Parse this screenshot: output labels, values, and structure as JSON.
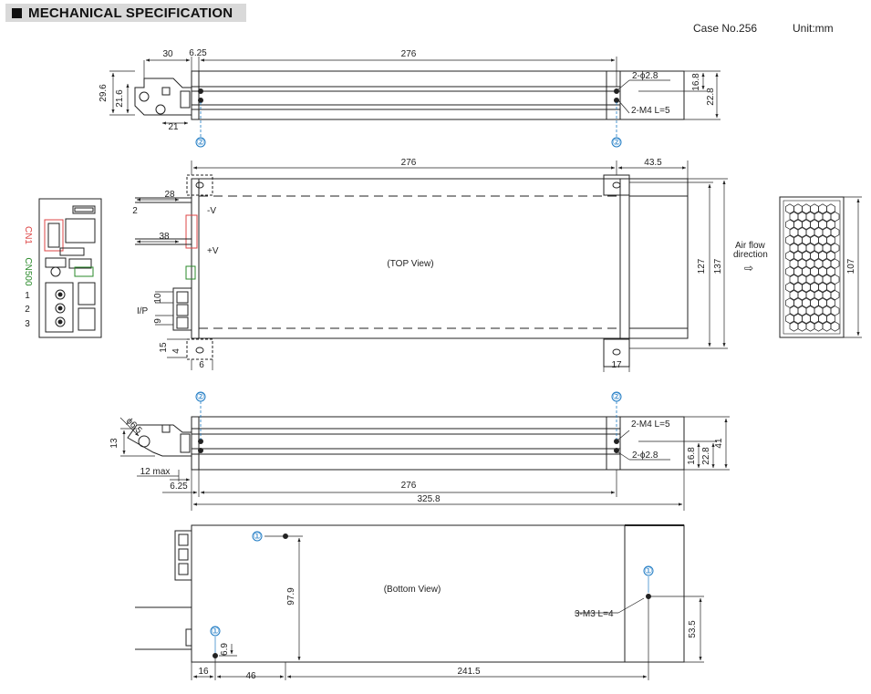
{
  "header": {
    "title": "MECHANICAL SPECIFICATION"
  },
  "case_no": "Case No.256",
  "unit": "Unit:mm",
  "side_view_top": {
    "dims": {
      "d30": "30",
      "d6_25": "6.25",
      "d276": "276",
      "d29_6": "29.6",
      "d21_6": "21.6",
      "d21": "21",
      "d16_8": "16.8",
      "d22_8": "22.8"
    },
    "callouts": {
      "hole": "2-ϕ2.8",
      "screw": "2-M4 L=5"
    },
    "marker": "②"
  },
  "top_view": {
    "title": "(TOP View)",
    "dims": {
      "d276": "276",
      "d43_5": "43.5",
      "d28": "28",
      "d2": "2",
      "d38": "38",
      "d10": "10",
      "d9": "9",
      "d15": "15",
      "d4": "4",
      "d6": "6",
      "d17": "17",
      "d127": "127",
      "d137": "137"
    },
    "labels": {
      "neg_v": "-V",
      "pos_v": "+V",
      "ip": "I/P"
    }
  },
  "connector_panel": {
    "cn1": "CN1",
    "cn500": "CN500",
    "pins": [
      "1",
      "2",
      "3"
    ]
  },
  "airflow": {
    "text_line1": "Air flow",
    "text_line2": "direction",
    "arrow": "⇨",
    "dim107": "107"
  },
  "side_view_bottom": {
    "dims": {
      "phi6_5": "ϕ6.5",
      "d13": "13",
      "d12max": "12 max",
      "d6_25": "6.25",
      "d276": "276",
      "d325_8": "325.8",
      "d16_8": "16.8",
      "d22_8": "22.8",
      "d41": "41"
    },
    "callouts": {
      "screw": "2-M4 L=5",
      "hole": "2-ϕ2.8"
    },
    "marker": "②"
  },
  "bottom_view": {
    "title": "(Bottom View)",
    "dims": {
      "d97_9": "97.9",
      "d6_9": "6.9",
      "d16": "16",
      "d46": "46",
      "d241_5": "241.5",
      "d53_5": "53.5"
    },
    "callouts": {
      "screw": "3-M3 L=4"
    },
    "marker": "①"
  }
}
